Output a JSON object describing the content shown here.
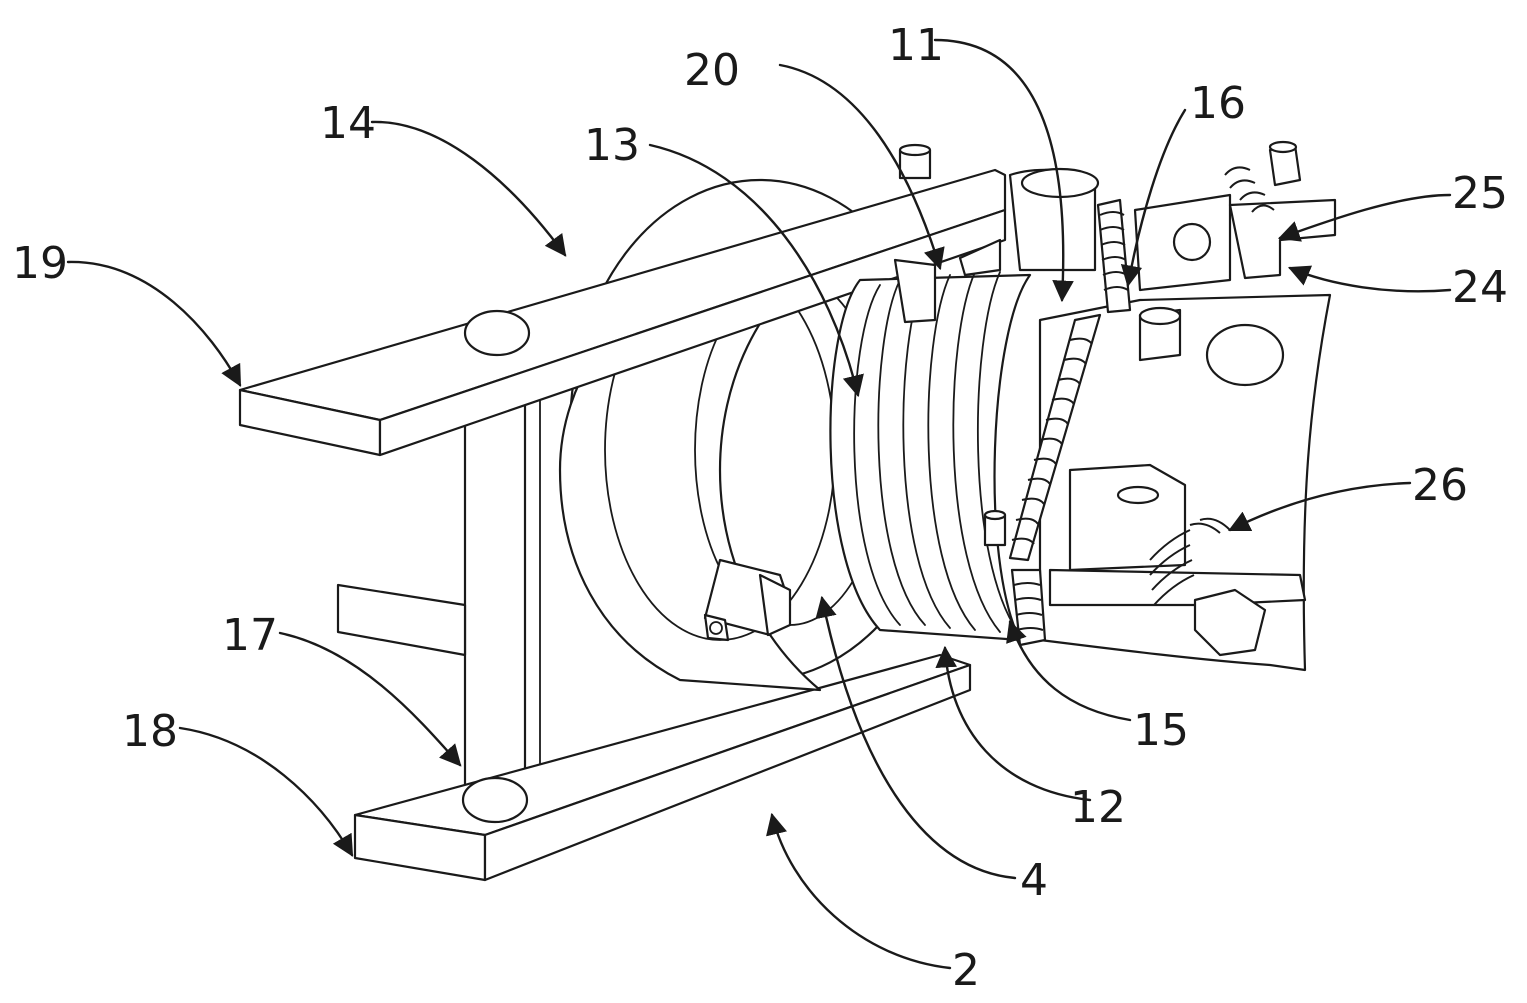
{
  "callouts": [
    {
      "id": "c14",
      "text": "14"
    },
    {
      "id": "c13",
      "text": "13"
    },
    {
      "id": "c20",
      "text": "20"
    },
    {
      "id": "c11",
      "text": "11"
    },
    {
      "id": "c16",
      "text": "16"
    },
    {
      "id": "c25",
      "text": "25"
    },
    {
      "id": "c24",
      "text": "24"
    },
    {
      "id": "c19",
      "text": "19"
    },
    {
      "id": "c26",
      "text": "26"
    },
    {
      "id": "c17",
      "text": "17"
    },
    {
      "id": "c18",
      "text": "18"
    },
    {
      "id": "c15",
      "text": "15"
    },
    {
      "id": "c12",
      "text": "12"
    },
    {
      "id": "c4",
      "text": "4"
    },
    {
      "id": "c2",
      "text": "2"
    }
  ],
  "colors": {
    "line": "#1a1a1a",
    "background": "#ffffff"
  }
}
